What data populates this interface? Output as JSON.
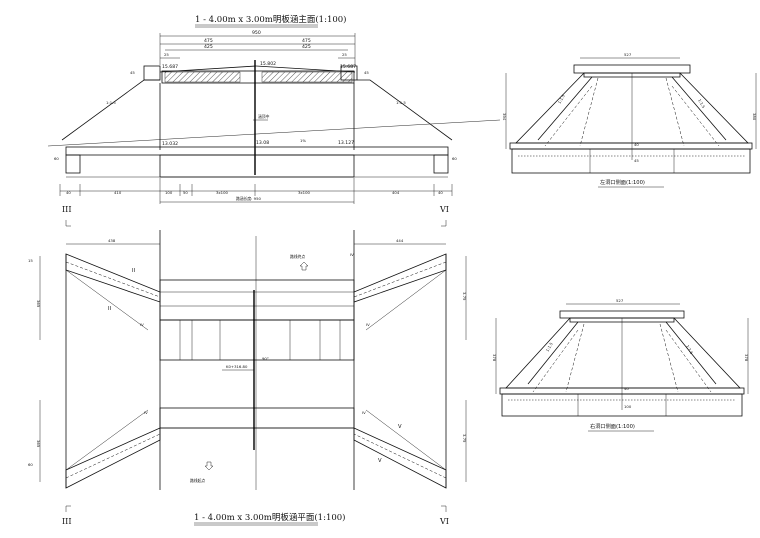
{
  "titles": {
    "elevation": "1 - 4.00m x 3.00m明板涵主面(1:100)",
    "plan": "1 - 4.00m x 3.00m明板涵平面(1:100)",
    "left_side": "左洞口侧面(1:100)",
    "right_side": "右洞口侧面(1:100)"
  },
  "elevation": {
    "dims": {
      "overall": "950",
      "half_left_1": "475",
      "half_right_1": "475",
      "half_left_2": "425",
      "half_right_2": "425",
      "cap_left": "25",
      "cap_right": "25",
      "bot_1": "40",
      "bot_2": "410",
      "bot_3": "100",
      "bot_4": "50",
      "bot_5": "3x100",
      "bot_6": "3x100",
      "bot_7": "404",
      "bot_8": "40",
      "total_label": "路涵长度: 950"
    },
    "elevations": {
      "top_left": "15.687",
      "top_mid": "15.802",
      "top_right": "15.687",
      "bed_left": "13.032",
      "bed_mid": "13.08",
      "bed_right": "13.127"
    },
    "slopes": {
      "left": "1:1.5",
      "right": "1:1.5"
    },
    "labels": {
      "centerline": "涵顶中",
      "flow": "1%"
    },
    "side_dims": {
      "l1": "45",
      "l2": "60",
      "r1": "45",
      "r2": "60"
    }
  },
  "plan": {
    "top_left_dim": "438",
    "top_right_dim": "444",
    "left_top_v": "365",
    "left_bot_v": "365",
    "right_top_v": "3.75",
    "right_bot_v": "3.75",
    "small_1": "15",
    "small_2": "60",
    "labels": {
      "route_end": "路线终点",
      "route_start": "路线起点",
      "station": "K0+316.80",
      "angle": "90°"
    },
    "sections": {
      "iii_top": "III",
      "vi_top": "VI",
      "iii_bot": "III",
      "vi_bot": "VI",
      "iv_top": "IV",
      "iv_mid_left": "IV",
      "iv_mid_right": "IV",
      "ii": "II",
      "ii_b": "II",
      "v_right": "V",
      "v_b": "V",
      "iv_lower_left": "IV",
      "iv_lower_right": "IV"
    }
  },
  "left_side": {
    "top_dim": "527",
    "left_v": "394",
    "right_v": "380",
    "slope_l": "1:1.5",
    "slope_r": "1:1.5",
    "mid_1": "40",
    "mid_2": "45"
  },
  "right_side": {
    "top_dim": "527",
    "left_v": "378",
    "right_v": "378",
    "slope_l": "1:1.5",
    "slope_r": "1:1.5",
    "mid_1": "40",
    "mid_2": "100"
  }
}
